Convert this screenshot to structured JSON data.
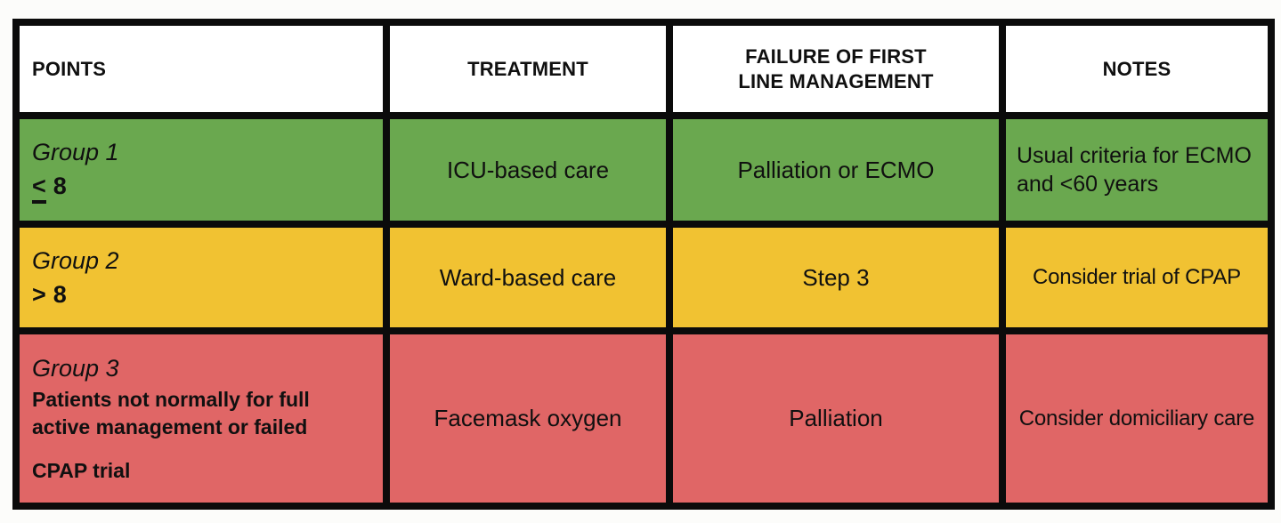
{
  "document": {
    "table": {
      "columns": [
        {
          "label": "POINTS"
        },
        {
          "label": "TREATMENT"
        },
        {
          "label": "FAILURE OF FIRST LINE MANAGEMENT"
        },
        {
          "label": "NOTES"
        }
      ],
      "rows": [
        {
          "group_label": "Group 1",
          "points_operator": "<",
          "points_operator_style": "underlined (means less-than-or-equal)",
          "points_value": "8",
          "treatment": "ICU-based care",
          "failure_of_first_line_management": "Palliation or ECMO",
          "notes": "Usual criteria for ECMO and <60 years",
          "row_color": "#6aa84f"
        },
        {
          "group_label": "Group 2",
          "points_operator": ">",
          "points_value": "8",
          "treatment": "Ward-based care",
          "failure_of_first_line_management": "Step 3",
          "notes": "Consider trial of CPAP",
          "row_color": "#f1c232"
        },
        {
          "group_label": "Group 3",
          "group_description_lines": [
            "Patients not normally for full",
            "active management or failed"
          ],
          "group_description_footer": "CPAP trial",
          "treatment": "Facemask oxygen",
          "failure_of_first_line_management": "Palliation",
          "notes": "Consider domiciliary care",
          "row_color": "#e06666"
        }
      ]
    },
    "colors": {
      "border": "#0b0b0b",
      "header_background": "#ffffff",
      "group1_green": "#6aa84f",
      "group2_yellow": "#f1c232",
      "group3_red": "#e06666"
    }
  }
}
